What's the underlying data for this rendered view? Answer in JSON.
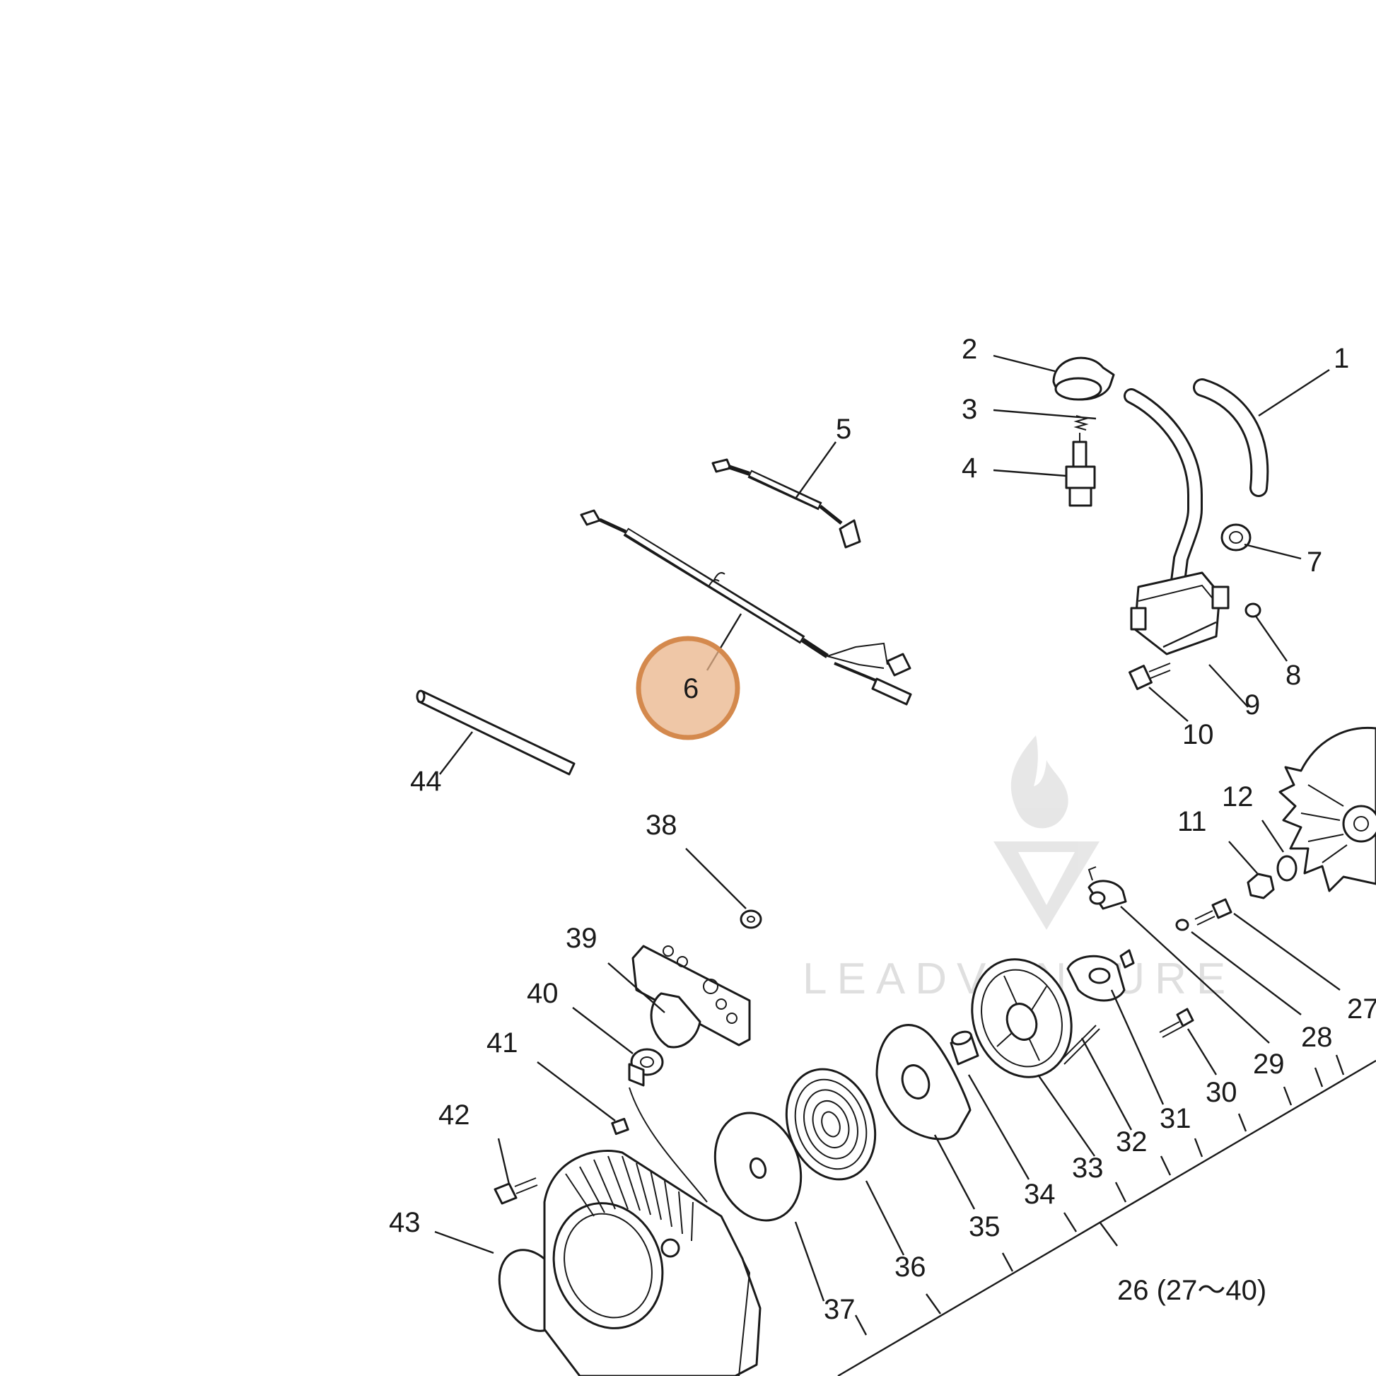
{
  "callouts": [
    "1",
    "2",
    "3",
    "4",
    "5",
    "6",
    "7",
    "8",
    "9",
    "10",
    "11",
    "12",
    "27",
    "28",
    "29",
    "30",
    "31",
    "32",
    "33",
    "34",
    "35",
    "36",
    "37",
    "38",
    "39",
    "40",
    "41",
    "42",
    "43",
    "44"
  ],
  "assembly_label": "26 (27～40)",
  "highlighted_callout": "6",
  "highlight_color": "#e9b48a",
  "highlight_border_color": "#d4894d",
  "watermark_text": "LEADVENTURE"
}
